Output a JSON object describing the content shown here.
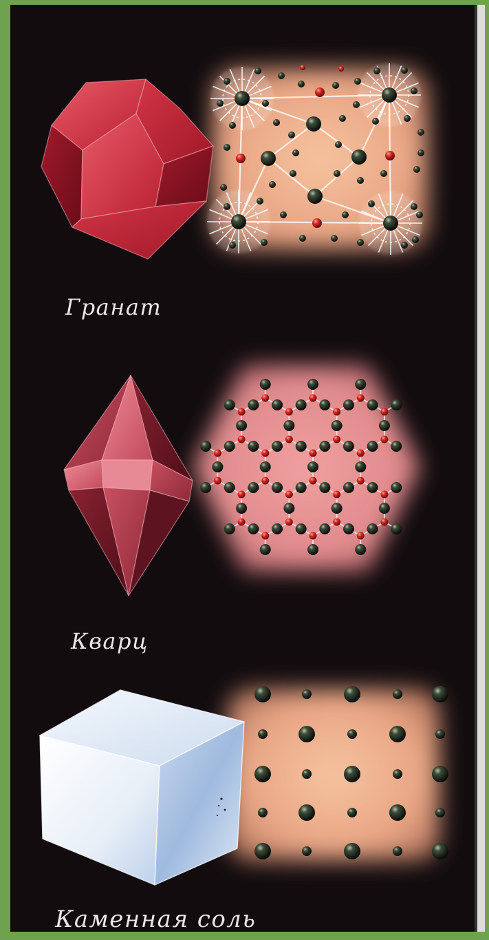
{
  "labels": {
    "garnet": "Гранат",
    "quartz": "Кварц",
    "rock_salt": "Каменная соль"
  },
  "colors": {
    "frame": "#6fa24f",
    "background": "#120c0f",
    "page_edge": "#dcdcdc",
    "label": "#ebe5e7",
    "dark_atom": "#1c2a1c",
    "red_atom": "#c41e1e",
    "garnet_crystal": "#c42a3a",
    "quartz_crystal": "#c44a5a",
    "salt_crystal": "#e8f0fa"
  }
}
